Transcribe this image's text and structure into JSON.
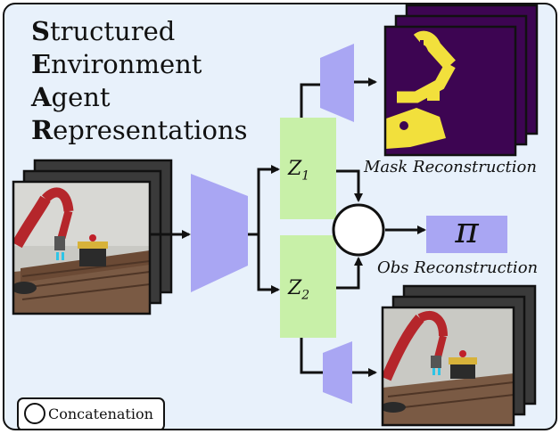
{
  "title_lines": [
    {
      "initial": "S",
      "rest": "tructured"
    },
    {
      "initial": "E",
      "rest": "nvironment"
    },
    {
      "initial": "A",
      "rest": "gent"
    },
    {
      "initial": "R",
      "rest": "epresentations"
    }
  ],
  "latents": [
    {
      "base": "Z",
      "sub": "1"
    },
    {
      "base": "Z",
      "sub": "2"
    }
  ],
  "captions": {
    "mask": "Mask Reconstruction",
    "obs": "Obs Reconstruction"
  },
  "policy": {
    "symbol": "π"
  },
  "legend": {
    "label": "Concatenation"
  },
  "colors": {
    "background": "#e8f1fb",
    "latent_box": "#c8f0a8",
    "network": "#a9a6f3",
    "mask_background": "#3d0552",
    "mask_foreground": "#f2e03c",
    "robot_arm": "#b5262b"
  }
}
